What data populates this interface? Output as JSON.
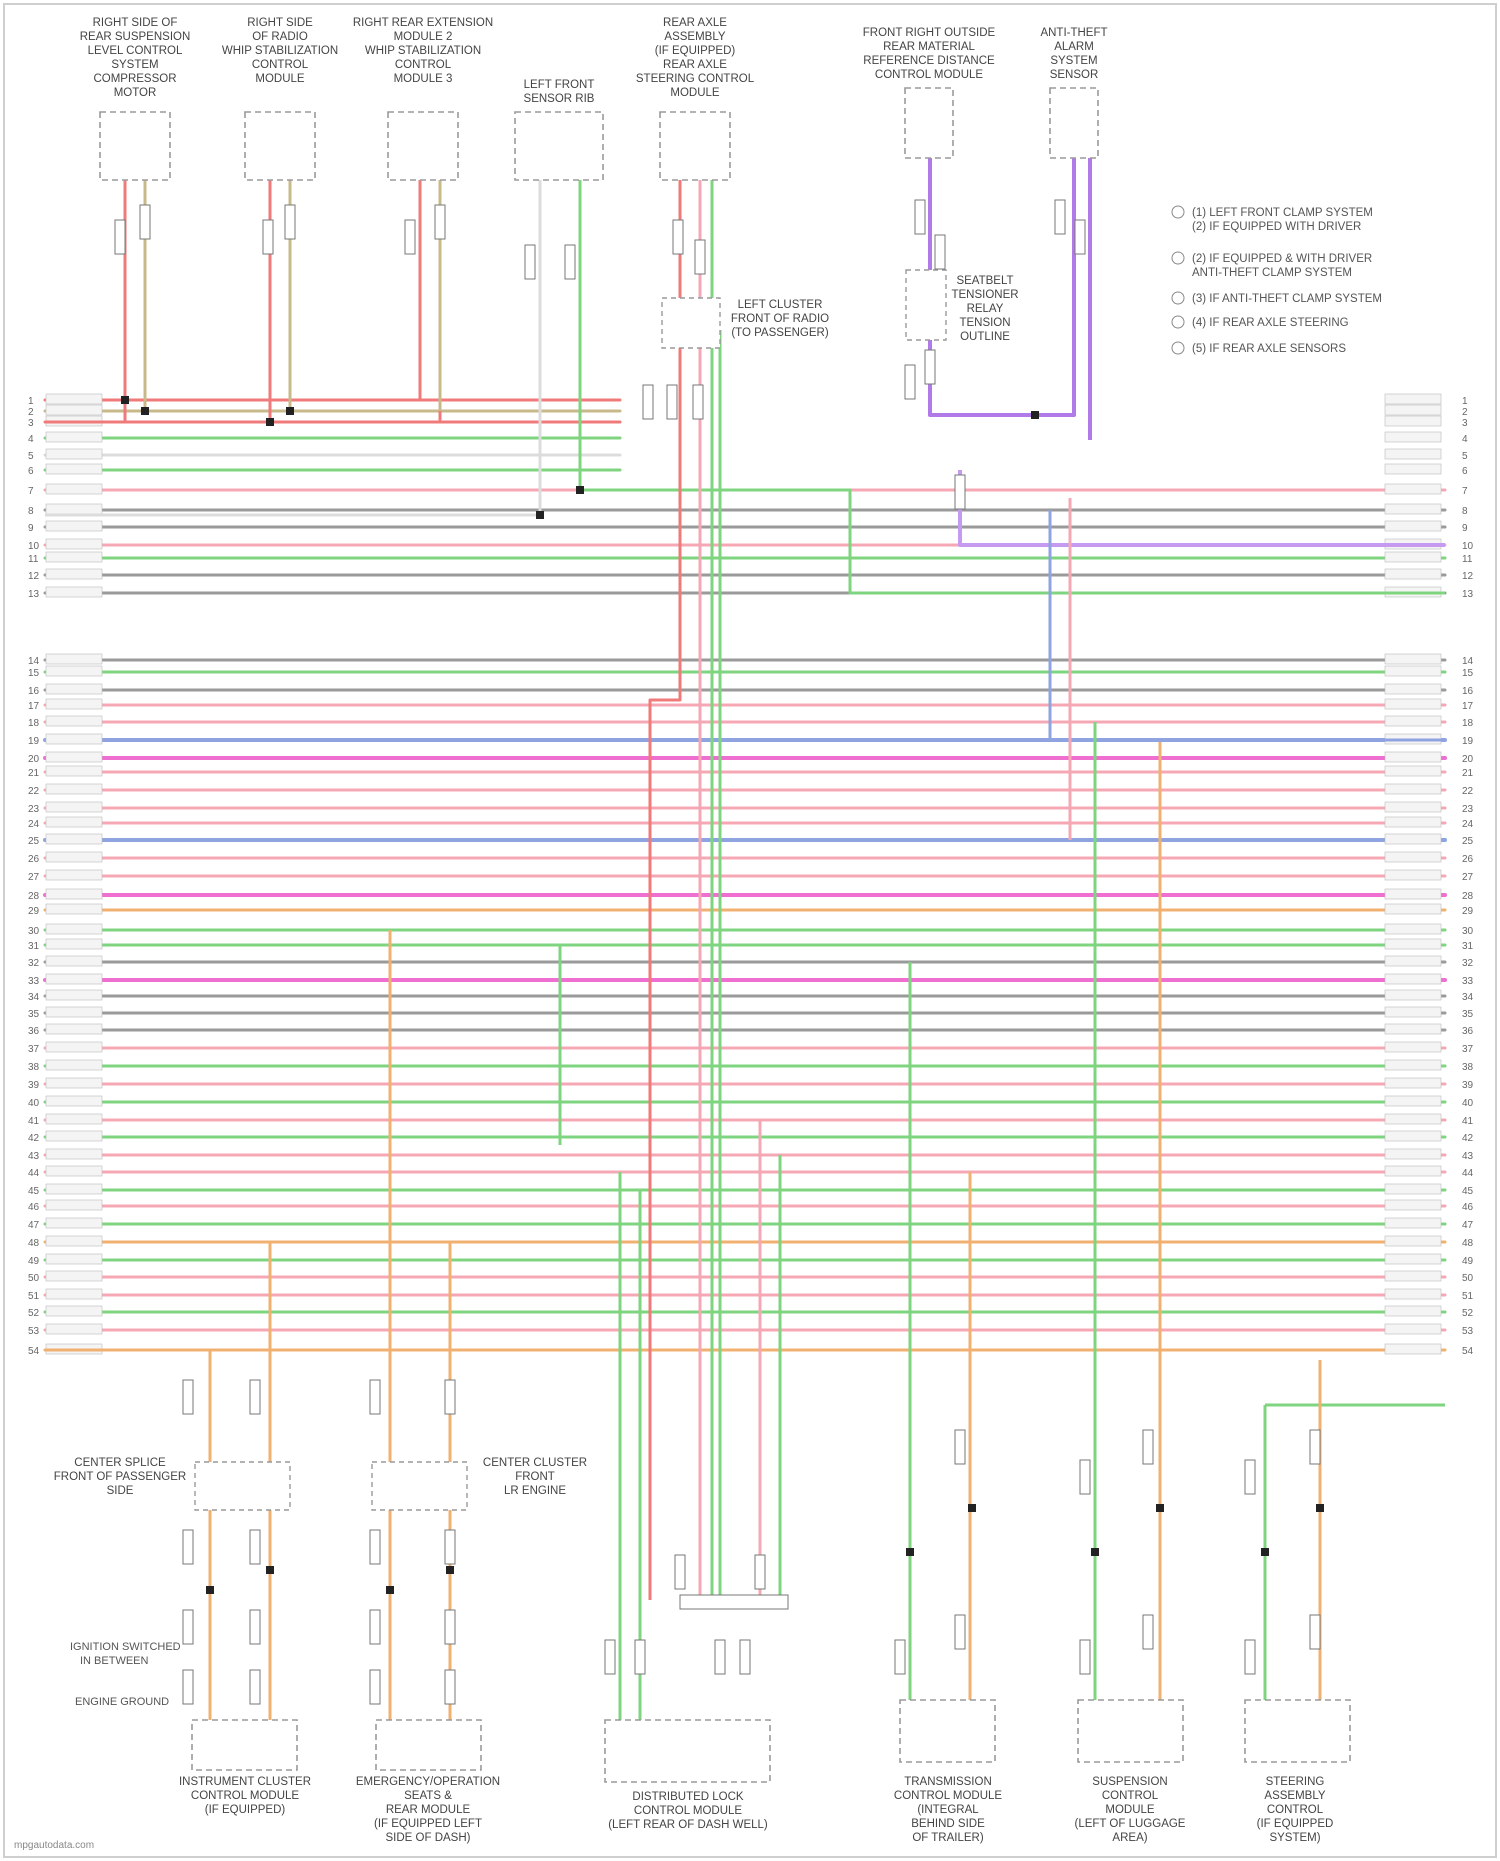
{
  "components": [
    {
      "id": "c1",
      "lines": [
        "RIGHT SIDE OF",
        "REAR SUSPENSION",
        "LEVEL CONTROL",
        "SYSTEM",
        "COMPRESSOR",
        "MOTOR"
      ]
    },
    {
      "id": "c2",
      "lines": [
        "RIGHT SIDE",
        "OF RADIO",
        "WHIP STABILIZATION",
        "CONTROL",
        "MODULE"
      ]
    },
    {
      "id": "c3",
      "lines": [
        "RIGHT REAR EXTENSION",
        "MODULE 2",
        "WHIP STABILIZATION",
        "CONTROL",
        "MODULE 3"
      ]
    },
    {
      "id": "c4",
      "lines": [
        "LEFT FRONT",
        "SENSOR RIB"
      ]
    },
    {
      "id": "c5",
      "lines": [
        "REAR AXLE",
        "ASSEMBLY",
        "(IF EQUIPPED)",
        "REAR AXLE",
        "STEERING CONTROL",
        "MODULE"
      ]
    },
    {
      "id": "c6",
      "lines": [
        "FRONT RIGHT OUTSIDE",
        "REAR MATERIAL",
        "REFERENCE DISTANCE",
        "CONTROL MODULE"
      ]
    },
    {
      "id": "c7",
      "lines": [
        "ANTI-THEFT",
        "ALARM",
        "SYSTEM",
        "SENSOR"
      ]
    },
    {
      "id": "c8",
      "lines": [
        "LEFT CLUSTER",
        "FRONT OF RADIO",
        "(TO PASSENGER)"
      ]
    },
    {
      "id": "c9",
      "lines": [
        "SEATBELT",
        "TENSIONER",
        "RELAY",
        "TENSION",
        "OUTLINE"
      ]
    },
    {
      "id": "c10",
      "lines": [
        "INSTRUMENT CLUSTER",
        "CONTROL MODULE",
        "(IF EQUIPPED)"
      ]
    },
    {
      "id": "c11",
      "lines": [
        "EMERGENCY/OPERATION",
        "SEATS &",
        "REAR MODULE",
        "(IF EQUIPPED LEFT",
        "SIDE OF DASH)"
      ]
    },
    {
      "id": "c12",
      "lines": [
        "DISTRIBUTED LOCK",
        "CONTROL MODULE",
        "(LEFT REAR OF DASH WELL)"
      ]
    },
    {
      "id": "c13",
      "lines": [
        "TRANSMISSION",
        "CONTROL MODULE",
        "(INTEGRAL",
        "BEHIND SIDE",
        "OF TRAILER)"
      ]
    },
    {
      "id": "c14",
      "lines": [
        "SUSPENSION",
        "CONTROL",
        "MODULE",
        "(LEFT OF LUGGAGE",
        "AREA)"
      ]
    },
    {
      "id": "c15",
      "lines": [
        "STEERING",
        "ASSEMBLY",
        "CONTROL",
        "(IF EQUIPPED",
        "SYSTEM)"
      ]
    },
    {
      "id": "c16",
      "lines": [
        "CENTER SPLICE",
        "FRONT OF PASSENGER",
        "SIDE"
      ]
    },
    {
      "id": "c17",
      "lines": [
        "CENTER CLUSTER",
        "FRONT",
        "LR ENGINE"
      ]
    }
  ],
  "legend": [
    {
      "n": "1",
      "text": "(1) LEFT FRONT CLAMP SYSTEM",
      "text2": "(2) IF EQUIPPED WITH DRIVER"
    },
    {
      "n": "2",
      "text": "(2) IF EQUIPPED & WITH DRIVER",
      "text2": "ANTI-THEFT CLAMP SYSTEM"
    },
    {
      "n": "3",
      "text": "(3) IF ANTI-THEFT CLAMP SYSTEM",
      "text2": ""
    },
    {
      "n": "4",
      "text": "(4) IF REAR AXLE STEERING",
      "text2": ""
    },
    {
      "n": "5",
      "text": "(5) IF REAR AXLE SENSORS",
      "text2": ""
    }
  ],
  "notes": {
    "ignition_power": "IGNITION SWITCHED",
    "ignition_ground": "IN BETWEEN",
    "ignition_ground2": "ENGINE GROUND"
  },
  "footer": "mpgautodata.com",
  "colors": {
    "red": "#f07a7a",
    "pink": "#f5a8b4",
    "green": "#7fd47f",
    "gray": "#9a9a9a",
    "tan": "#c8b98a",
    "purple": "#b07be8",
    "blue": "#8fa3e0",
    "orange": "#f0b070",
    "magenta": "#ee6fd0",
    "white": "#dcdcdc",
    "violet": "#c59af0"
  }
}
